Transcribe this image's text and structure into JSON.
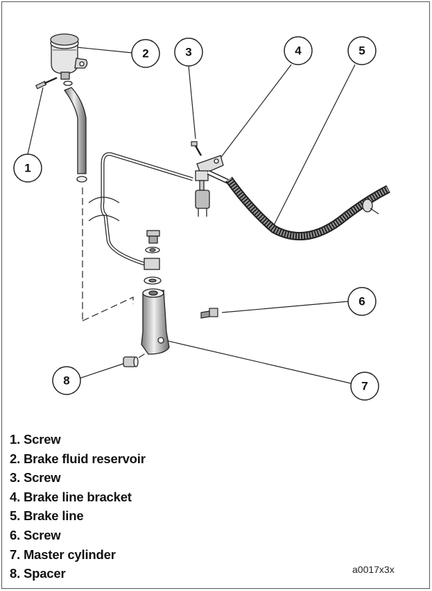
{
  "callouts": [
    {
      "number": "1"
    },
    {
      "number": "2"
    },
    {
      "number": "3"
    },
    {
      "number": "4"
    },
    {
      "number": "5"
    },
    {
      "number": "6"
    },
    {
      "number": "7"
    },
    {
      "number": "8"
    }
  ],
  "legend": [
    "1. Screw",
    "2. Brake fluid reservoir",
    "3. Screw",
    "4. Brake line bracket",
    "5. Brake line",
    "6. Screw",
    "7. Master cylinder",
    "8. Spacer"
  ],
  "figure_code": "a0017x3x"
}
